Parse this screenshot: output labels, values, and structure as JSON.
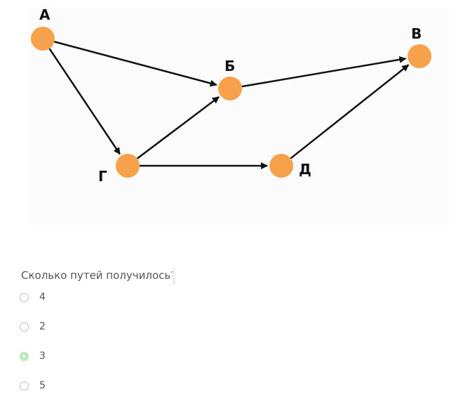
{
  "diagram": {
    "nodes": [
      {
        "id": "A",
        "label": "А"
      },
      {
        "id": "B",
        "label": "Б"
      },
      {
        "id": "V",
        "label": "В"
      },
      {
        "id": "G",
        "label": "Г"
      },
      {
        "id": "D",
        "label": "Д"
      }
    ],
    "edges": [
      {
        "from": "A",
        "to": "B"
      },
      {
        "from": "A",
        "to": "G"
      },
      {
        "from": "G",
        "to": "B"
      },
      {
        "from": "B",
        "to": "V"
      },
      {
        "from": "G",
        "to": "D"
      },
      {
        "from": "D",
        "to": "V"
      }
    ],
    "colors": {
      "node": "#f7a14a",
      "edge": "#111111"
    }
  },
  "question": {
    "text": "Сколько путей получилось?"
  },
  "options": [
    {
      "label": "4",
      "selected": false
    },
    {
      "label": "2",
      "selected": false
    },
    {
      "label": "3",
      "selected": true
    },
    {
      "label": "5",
      "selected": false
    }
  ]
}
